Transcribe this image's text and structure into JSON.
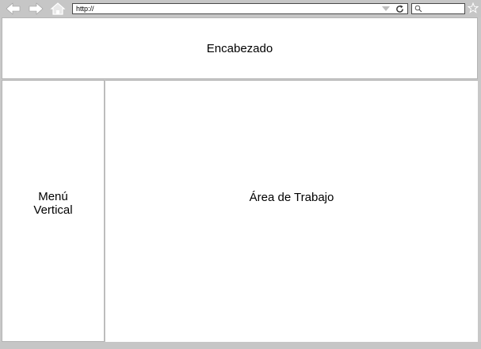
{
  "toolbar": {
    "address_value": "http://",
    "search_placeholder": "",
    "icons": [
      "back-arrow-icon",
      "forward-arrow-icon",
      "home-icon",
      "dropdown-arrow-icon",
      "refresh-icon",
      "search-icon",
      "star-icon"
    ]
  },
  "layout": {
    "header_label": "Encabezado",
    "sidebar_label_line1": "Menú",
    "sidebar_label_line2": "Vertical",
    "work_area_label": "Área de Trabajo"
  },
  "colors": {
    "frame": "#c6c6c6",
    "border": "#b4b4b4",
    "icon": "#ffffff",
    "panel": "#ffffff"
  }
}
